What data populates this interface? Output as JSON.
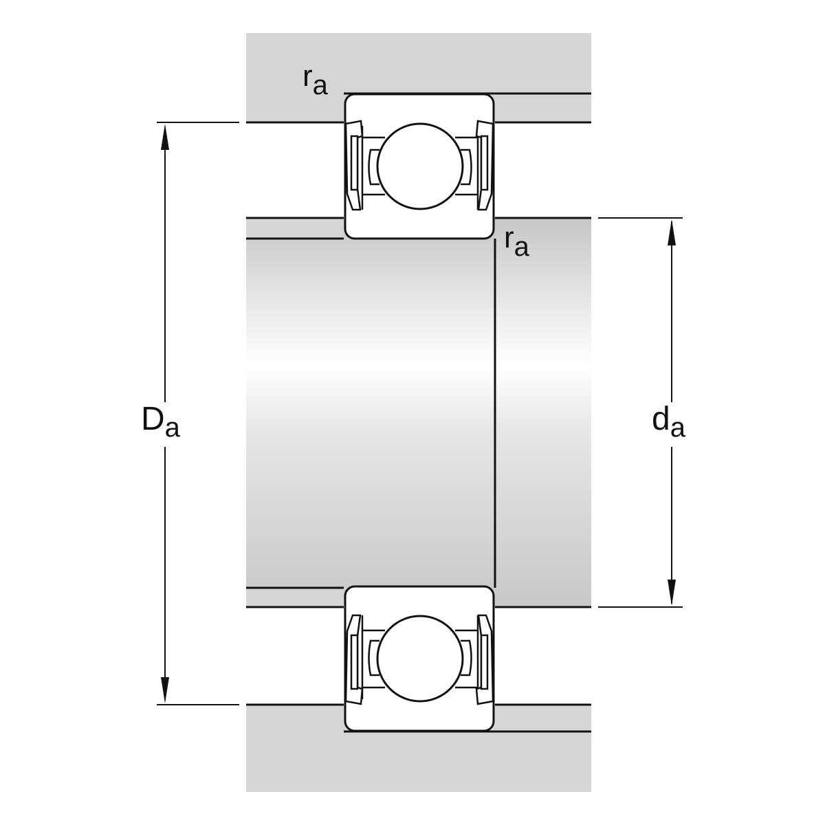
{
  "diagram": {
    "labels": {
      "ra_top": {
        "main": "r",
        "sub": "a"
      },
      "ra_shaft": {
        "main": "r",
        "sub": "a"
      },
      "Da": {
        "main": "D",
        "sub": "a"
      },
      "da": {
        "main": "d",
        "sub": "a"
      }
    },
    "colors": {
      "housing": "#d6d6d6",
      "line": "#111111",
      "shaft_light": "#ffffff",
      "shaft_dark": "#c4c4c4"
    }
  }
}
